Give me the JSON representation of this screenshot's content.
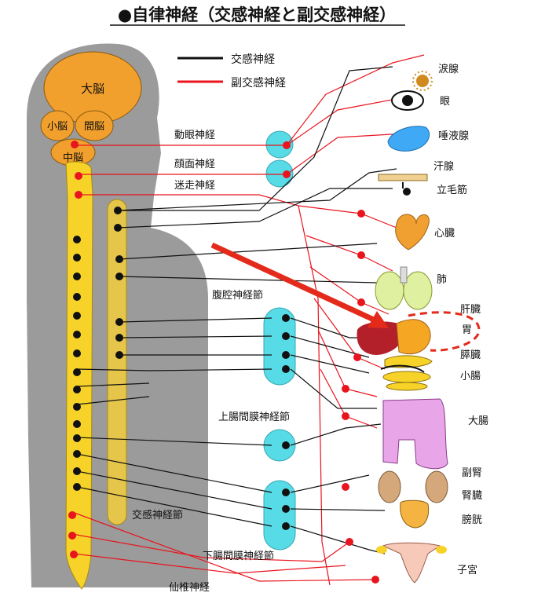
{
  "title": "●自律神経（交感神経と副交感神経）",
  "legend": [
    {
      "label": "交感神経",
      "color": "#111111"
    },
    {
      "label": "副交感神経",
      "color": "#e8141e"
    }
  ],
  "colors": {
    "sympathetic": "#111111",
    "parasympathetic": "#e8141e",
    "brain": "#f2a02d",
    "spine": "#f7d32a",
    "chain": "#e6c64a",
    "ganglion": "#57dbe6",
    "body": "#9b9b9b",
    "arrow": "#e42a1a"
  },
  "brain": {
    "cerebrum": "大脳",
    "cerebellum": "小脳",
    "diencephalon": "間脳",
    "midbrain": "中脳"
  },
  "nerves": {
    "oculomotor": "動眼神経",
    "facial": "顔面神経",
    "vagus": "迷走神経",
    "celiac": "腹腔神経節",
    "superior_mesenteric": "上腸間膜神経節",
    "sympathetic_trunk": "交感神経節",
    "inferior_mesenteric": "下腸間膜神経節",
    "sacral": "仙椎神経"
  },
  "organs": {
    "lacrimal": "涙腺",
    "eye": "眼",
    "salivary": "唾液腺",
    "sweat": "汗腺",
    "arrector": "立毛筋",
    "heart": "心臓",
    "lung": "肺",
    "liver": "肝臓",
    "stomach": "胃",
    "pancreas": "膵臓",
    "small_intestine": "小腸",
    "large_intestine": "大腸",
    "adrenal": "副腎",
    "kidney": "腎臓",
    "bladder": "膀胱",
    "uterus": "子宮"
  }
}
